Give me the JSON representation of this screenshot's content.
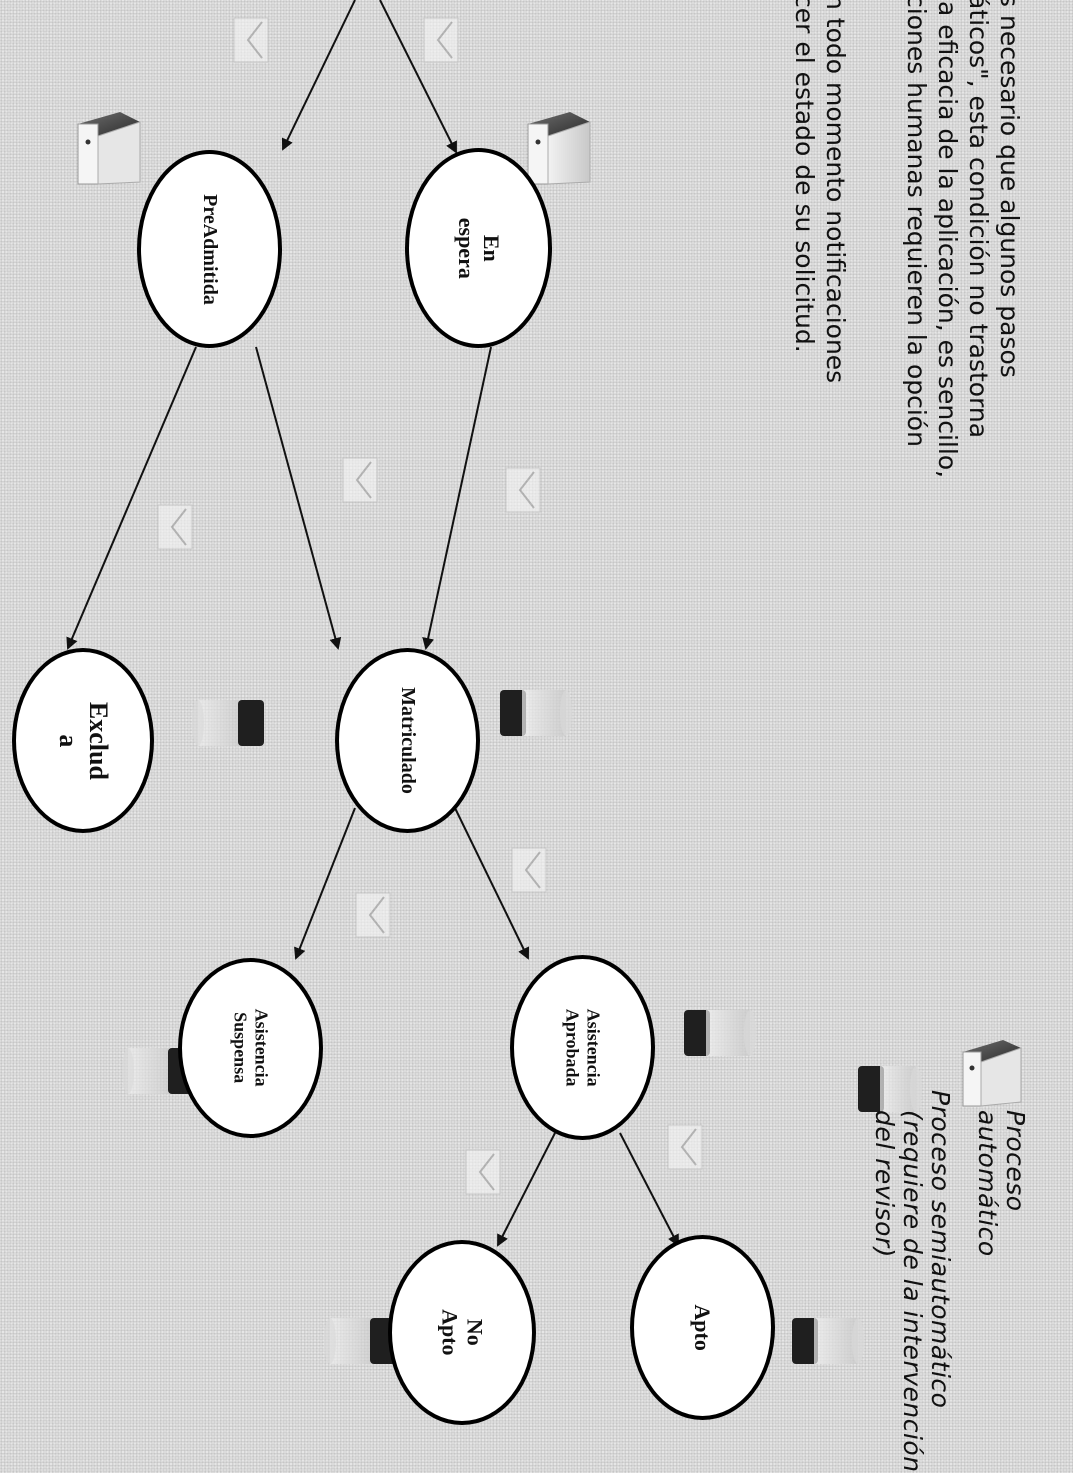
{
  "paragraph": {
    "line1": "s necesario que algunos pasos",
    "line2": "áticos\", esta condición no trastorna",
    "line3": "la eficacia de la aplicación, es sencillo,",
    "line4": "ciones humanas requieren la opción",
    "line5": ".",
    "line6": "n todo momento notificaciones",
    "line7": "cer el estado de su solicitud."
  },
  "legend": {
    "automatic_line1": "Proceso",
    "automatic_line2": "automático",
    "semi_line1": "Proceso semiautomático",
    "semi_line2": "(requiere de la intervención",
    "semi_line3": "del revisor)",
    "automatic_icon": "server-icon",
    "semi_icon": "database-icon"
  },
  "nodes": {
    "en_espera": {
      "line1": "En",
      "line2": "espera"
    },
    "preadmitida": {
      "line1": "PreAdmitida"
    },
    "matriculado": {
      "line1": "Matriculado"
    },
    "excluida": {
      "line1": "Exclud",
      "line2": "a"
    },
    "asistencia_aprobada": {
      "line1": "Asistencia",
      "line2": "Aprobada"
    },
    "asistencia_suspensa": {
      "line1": "Asistencia",
      "line2": "Suspensa"
    },
    "apto": {
      "line1": "Apto"
    },
    "no_apto": {
      "line1": "No",
      "line2": "Apto"
    }
  },
  "edges": [
    {
      "from": "start",
      "to": "en_espera",
      "icon": "mail-icon"
    },
    {
      "from": "start",
      "to": "preadmitida",
      "icon": "mail-icon"
    },
    {
      "from": "en_espera",
      "to": "matriculado",
      "icon": "mail-icon"
    },
    {
      "from": "preadmitida",
      "to": "matriculado",
      "icon": "mail-icon"
    },
    {
      "from": "preadmitida",
      "to": "excluida",
      "icon": "mail-icon"
    },
    {
      "from": "matriculado",
      "to": "asistencia_aprobada",
      "icon": "mail-icon"
    },
    {
      "from": "matriculado",
      "to": "asistencia_suspensa",
      "icon": "mail-icon"
    },
    {
      "from": "asistencia_aprobada",
      "to": "apto",
      "icon": "mail-icon"
    },
    {
      "from": "asistencia_aprobada",
      "to": "no_apto",
      "icon": "mail-icon"
    }
  ],
  "colors": {
    "background": "#dcdcdc",
    "node_fill": "#ffffff",
    "node_border": "#000000",
    "arrow": "#111111"
  }
}
